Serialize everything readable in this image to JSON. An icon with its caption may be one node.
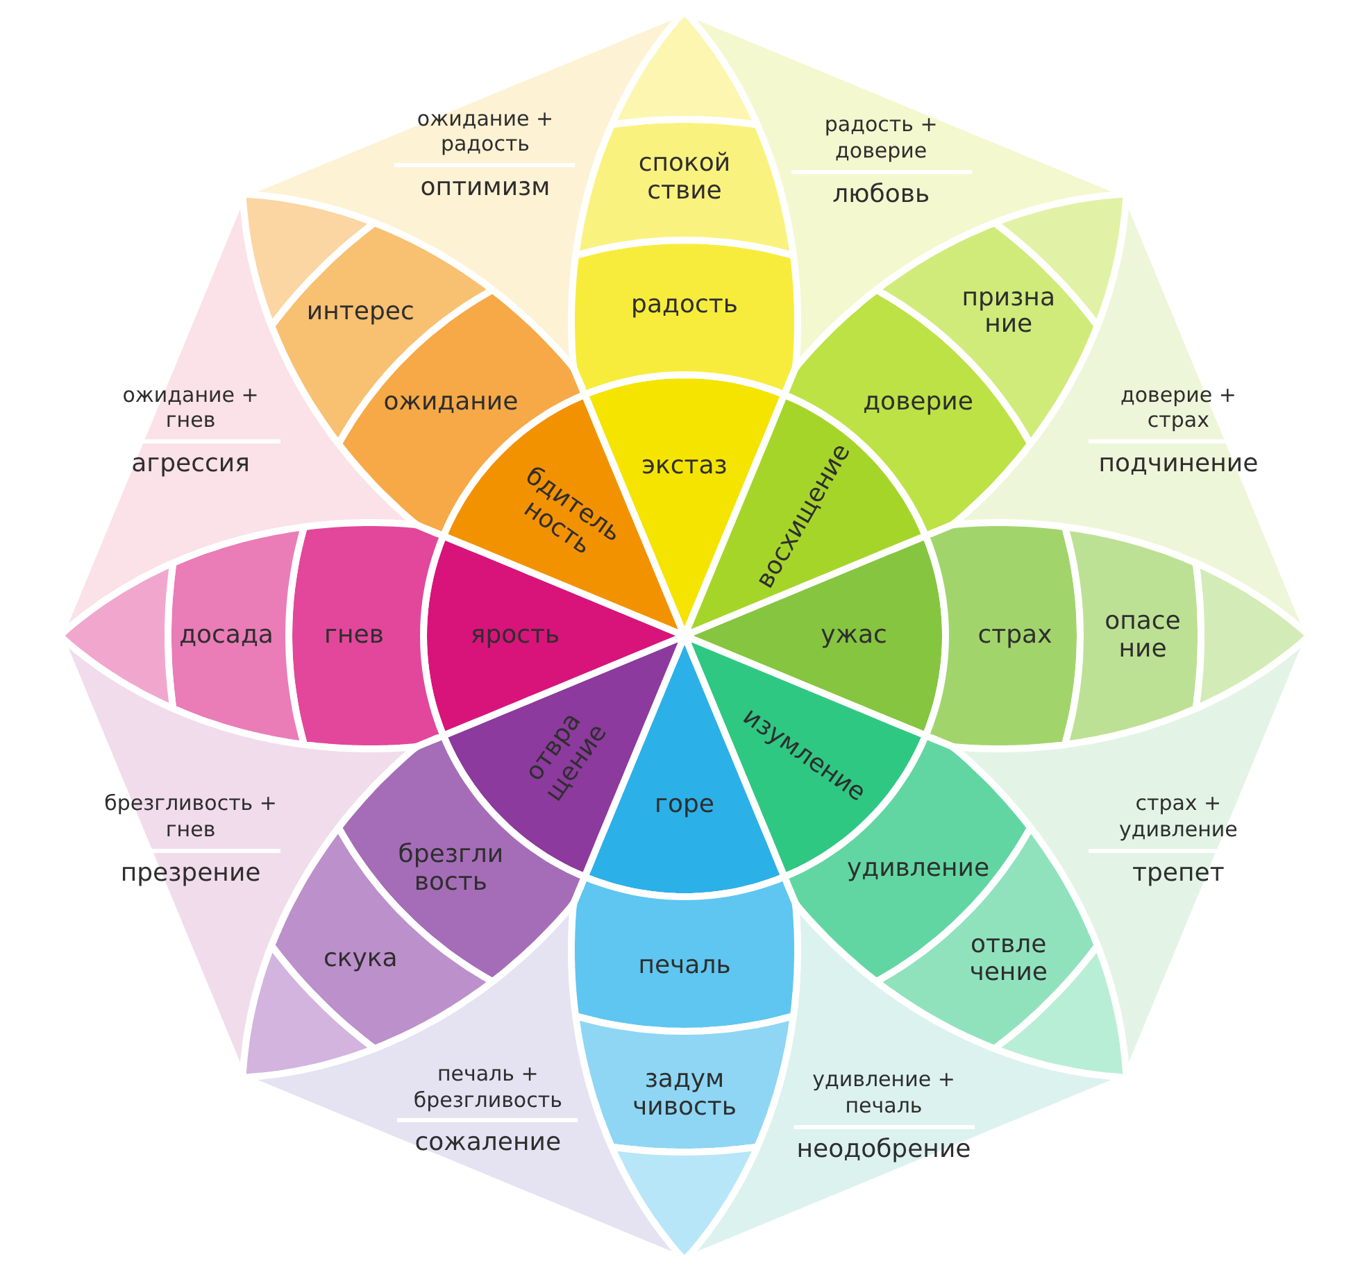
{
  "diagram": {
    "nodes": [
      {
        "text": [
          "экстаз"
        ]
      },
      {
        "text": [
          "радость"
        ]
      },
      {
        "text": [
          "спокой ствие"
        ]
      },
      {
        "text": [],
        "shape": "petal"
      },
      {
        "text": [
          "восхищение"
        ]
      },
      {
        "text": [
          "доверие"
        ]
      },
      {
        "text": [
          "призна ние"
        ]
      },
      {
        "text": [],
        "shape": "petal"
      },
      {
        "text": [
          "ужас"
        ]
      },
      {
        "text": [
          "страх"
        ]
      },
      {
        "text": [
          "опасе ние"
        ]
      },
      {
        "text": [],
        "shape": "petal"
      },
      {
        "text": [
          "изумление"
        ]
      },
      {
        "text": [
          "удивление"
        ]
      },
      {
        "text": [
          "отвле чение"
        ]
      },
      {
        "text": [],
        "shape": "petal"
      },
      {
        "text": [
          "горе"
        ]
      },
      {
        "text": [
          "печаль"
        ]
      },
      {
        "text": [
          "задум чивость"
        ]
      },
      {
        "text": [],
        "shape": "petal"
      },
      {
        "text": [
          "отвра щение"
        ]
      },
      {
        "text": [
          "брезгли вость"
        ]
      },
      {
        "text": [
          "скука"
        ]
      },
      {
        "text": [],
        "shape": "petal"
      },
      {
        "text": [
          "ярость"
        ]
      },
      {
        "text": [
          "гнев"
        ]
      },
      {
        "text": [
          "досада"
        ]
      },
      {
        "text": [],
        "shape": "petal"
      },
      {
        "text": [
          "бдитель ность"
        ]
      },
      {
        "text": [
          "ожидание"
        ]
      },
      {
        "text": [
          "интерес"
        ]
      },
      {
        "text": [],
        "shape": "petal"
      },
      {
        "text": [
          "радость + доверие",
          "любовь"
        ]
      },
      {
        "text": [
          "доверие + страх",
          "подчинение"
        ]
      },
      {
        "text": [
          "страх + удивление",
          "трепет"
        ]
      },
      {
        "text": [
          "удивление + печаль",
          "неодобрение"
        ]
      },
      {
        "text": [
          "печаль + брезгливость",
          "сожаление"
        ]
      },
      {
        "text": [
          "брезгливость + гнев",
          "презрение"
        ]
      },
      {
        "text": [
          "ожидание + гнев",
          "агрессия"
        ]
      },
      {
        "text": [
          "ожидание + радость",
          "оптимизм"
        ]
      }
    ]
  }
}
